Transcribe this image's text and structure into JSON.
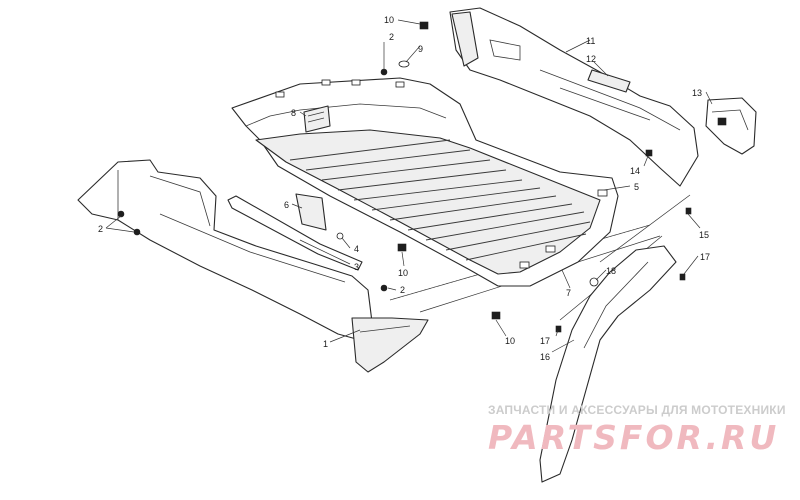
{
  "callouts": [
    {
      "num": "1"
    },
    {
      "num": "2"
    },
    {
      "num": "2"
    },
    {
      "num": "2"
    },
    {
      "num": "3"
    },
    {
      "num": "4"
    },
    {
      "num": "5"
    },
    {
      "num": "6"
    },
    {
      "num": "7"
    },
    {
      "num": "8"
    },
    {
      "num": "9"
    },
    {
      "num": "10"
    },
    {
      "num": "10"
    },
    {
      "num": "10"
    },
    {
      "num": "11"
    },
    {
      "num": "12"
    },
    {
      "num": "13"
    },
    {
      "num": "14"
    },
    {
      "num": "15"
    },
    {
      "num": "16"
    },
    {
      "num": "17"
    },
    {
      "num": "17"
    },
    {
      "num": "18"
    }
  ],
  "watermark": {
    "caption": "ЗАПЧАСТИ И АКСЕССУАРЫ ДЛЯ МОТОТЕХНИКИ",
    "logo": "PARTSFOR.RU",
    "color": "#e8808c"
  }
}
